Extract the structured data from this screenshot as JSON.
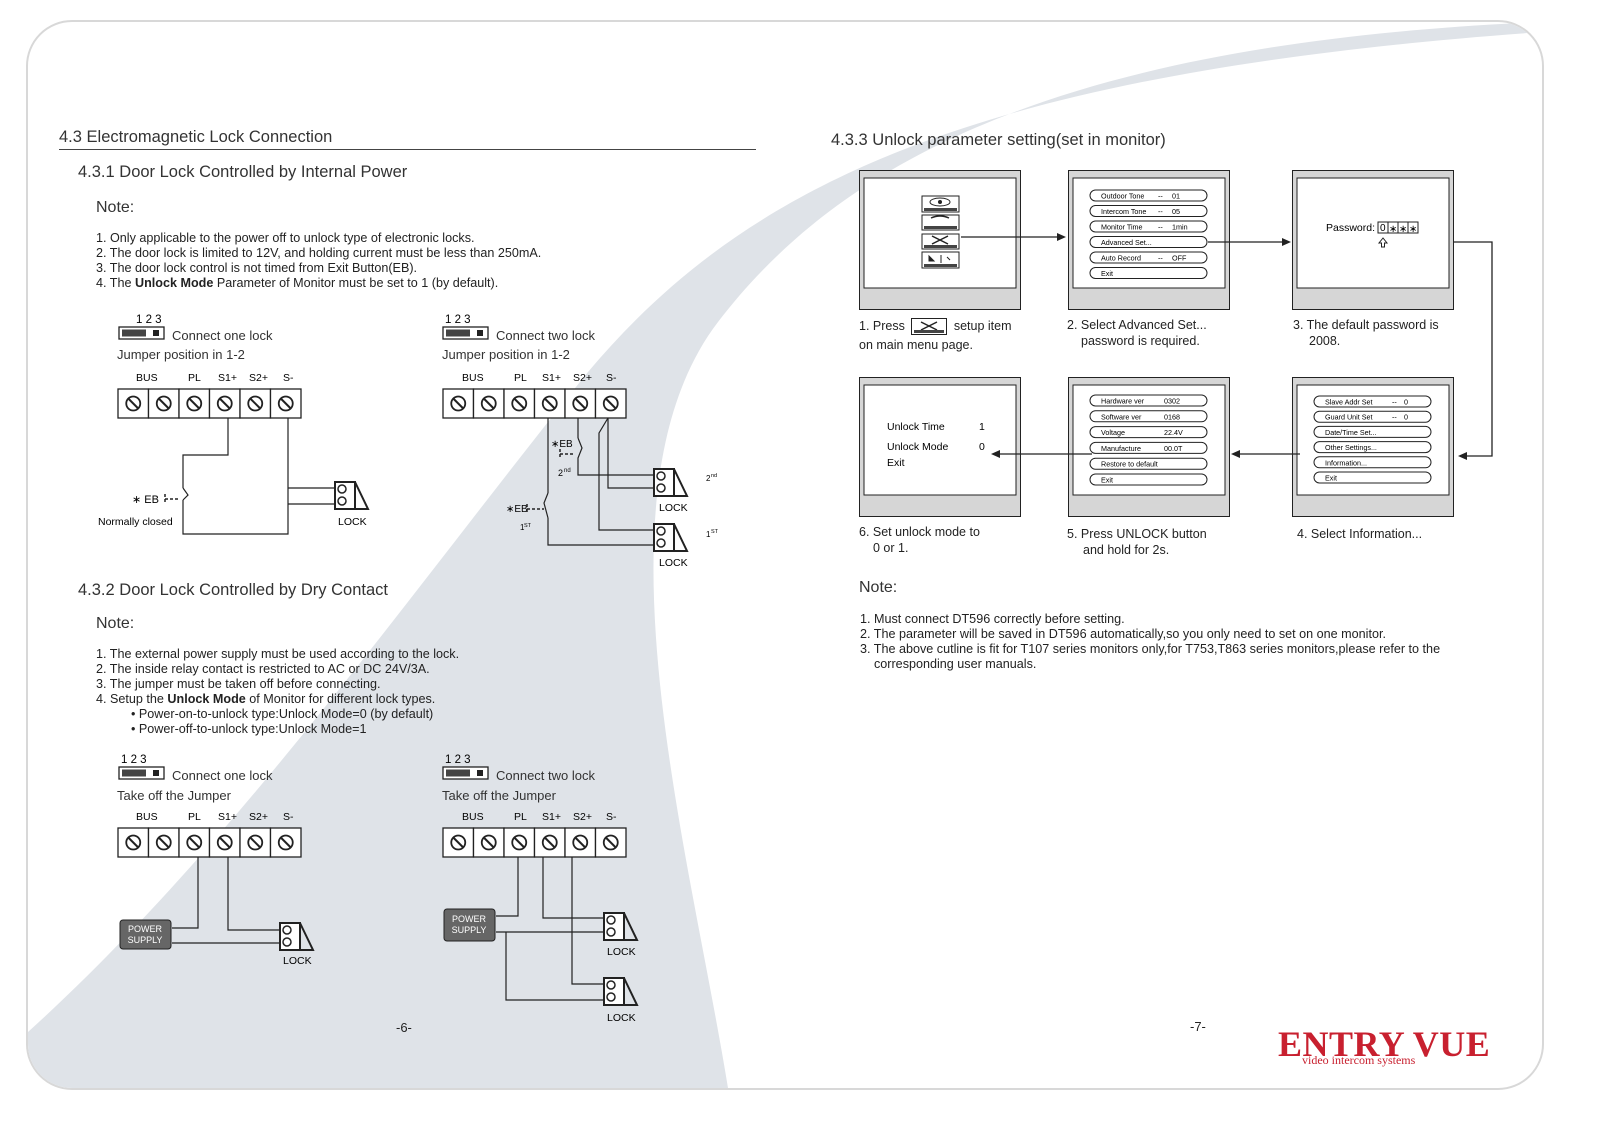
{
  "left": {
    "section_title": "4.3 Electromagnetic Lock Connection",
    "sub1_title": "4.3.1 Door Lock Controlled by Internal Power",
    "note1_title": "Note:",
    "note1_items": [
      "1. Only applicable to the power off to unlock type of electronic locks.",
      "2. The door lock is limited to 12V, and holding current must be less than 250mA.",
      "3. The door lock control is not timed from Exit Button(EB).",
      "4. The "
    ],
    "note1_bold": "Unlock Mode",
    "note1_item4_rest": " Parameter of Monitor must be set to 1 (by default).",
    "sub2_title": "4.3.2 Door Lock Controlled by Dry Contact",
    "note2_title": "Note:",
    "note2_items": [
      "1. The external power supply must be used according to the lock.",
      "2. The inside relay contact is restricted to AC or DC 24V/3A.",
      "3. The jumper must be taken off before connecting.",
      "4. Setup the "
    ],
    "note2_bold": "Unlock Mode",
    "note2_item4_rest": " of Monitor for different lock types.",
    "note2_bullets": [
      "•  Power-on-to-unlock type:Unlock Mode=0 (by default)",
      "•  Power-off-to-unlock type:Unlock Mode=1"
    ],
    "jumper_nums": "1  2  3",
    "connect_one": "Connect one lock",
    "connect_two": "Connect two lock",
    "jumper_12": "Jumper position in 1-2",
    "take_off": "Take off the Jumper",
    "terminals": [
      "BUS",
      "PL",
      "S1+",
      "S2+",
      "S-"
    ],
    "eb": "∗ EB",
    "eb2": "∗EB",
    "normally_closed": "Normally closed",
    "lock": "LOCK",
    "second": "2",
    "second_sup": "nd",
    "first": "1",
    "first_sup": "ST",
    "power_supply_1": "POWER",
    "power_supply_2": "SUPPLY",
    "page_num": "-6-"
  },
  "right": {
    "section_title": "4.3.3 Unlock parameter setting(set in monitor)",
    "screen1_icons": [
      "monitor",
      "intercom",
      "setup",
      "alarm"
    ],
    "screen2_items": [
      {
        "label": "Outdoor Tone",
        "sep": "--",
        "value": "01"
      },
      {
        "label": "Intercom Tone",
        "sep": "--",
        "value": "05"
      },
      {
        "label": "Monitor Time",
        "sep": "--",
        "value": "1min"
      },
      {
        "label": "Advanced Set...",
        "sep": "",
        "value": ""
      },
      {
        "label": "Auto Record",
        "sep": "--",
        "value": "OFF"
      },
      {
        "label": "Exit",
        "sep": "",
        "value": ""
      }
    ],
    "password_label": "Password:",
    "password_chars": [
      "0",
      "∗",
      "∗",
      "∗"
    ],
    "screen4_items": [
      {
        "label": "Slave Addr Set",
        "sep": "--",
        "value": "0"
      },
      {
        "label": "Guard Unit Set",
        "sep": "--",
        "value": "0"
      },
      {
        "label": "Date/Time Set...",
        "sep": "",
        "value": ""
      },
      {
        "label": "Other Settings...",
        "sep": "",
        "value": ""
      },
      {
        "label": "Information...",
        "sep": "",
        "value": ""
      },
      {
        "label": "Exit",
        "sep": "",
        "value": ""
      }
    ],
    "screen5_items": [
      {
        "label": "Hardware ver",
        "value": "0302"
      },
      {
        "label": "Software ver",
        "value": "0168"
      },
      {
        "label": "Voltage",
        "value": "22.4V"
      },
      {
        "label": "Manufacture",
        "value": "00.0T"
      },
      {
        "label": "Restore to default",
        "value": ""
      },
      {
        "label": "Exit",
        "value": ""
      }
    ],
    "screen6": {
      "unlock_time_label": "Unlock Time",
      "unlock_time_value": "1",
      "unlock_mode_label": "Unlock Mode",
      "unlock_mode_value": "0",
      "exit": "Exit"
    },
    "cap1_a": "1. Press",
    "cap1_b": "setup item",
    "cap1_c": "on main menu page.",
    "cap2_a": "2. Select Advanced Set...",
    "cap2_b": "password is required.",
    "cap3_a": "3. The default password is",
    "cap3_b": "2008.",
    "cap4": "4. Select Information...",
    "cap5_a": "5. Press UNLOCK button",
    "cap5_b": "and hold for 2s.",
    "cap6_a": "6. Set unlock mode to",
    "cap6_b": "0 or 1.",
    "note_title": "Note:",
    "note_items": [
      "1. Must connect DT596 correctly before setting.",
      "2. The parameter will be saved in DT596 automatically,so you only need to set on one monitor.",
      "3. The above cutline is fit for T107 series monitors only,for T753,T863 series monitors,please refer to the",
      "    corresponding user manuals."
    ],
    "page_num": "-7-",
    "logo_main": "ENTRY VUE",
    "logo_sub": "video intercom systems"
  }
}
